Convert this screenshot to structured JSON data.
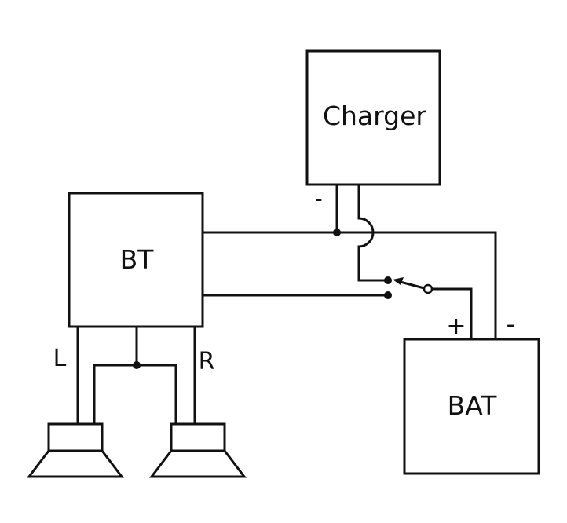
{
  "diagram": {
    "type": "circuit-schematic",
    "components": {
      "charger": {
        "label": "Charger"
      },
      "bt": {
        "label": "BT"
      },
      "battery": {
        "label": "BAT"
      },
      "speaker_left": {
        "label": "L"
      },
      "speaker_right": {
        "label": "R"
      }
    },
    "polarity": {
      "charger_negative": "-",
      "battery_positive": "+",
      "battery_negative": "-"
    },
    "connections": [
      {
        "from": "charger -",
        "to": "common negative rail (BT, BAT -)"
      },
      {
        "from": "charger +",
        "to": "switch contact 1 (crosses rail with hop)"
      },
      {
        "from": "BT power",
        "to": "switch contact 2"
      },
      {
        "from": "switch common",
        "to": "BAT +"
      },
      {
        "from": "BT L/common/R",
        "to": "left and right speakers"
      }
    ],
    "colors": {
      "line": "#111111",
      "background": "#ffffff"
    }
  }
}
